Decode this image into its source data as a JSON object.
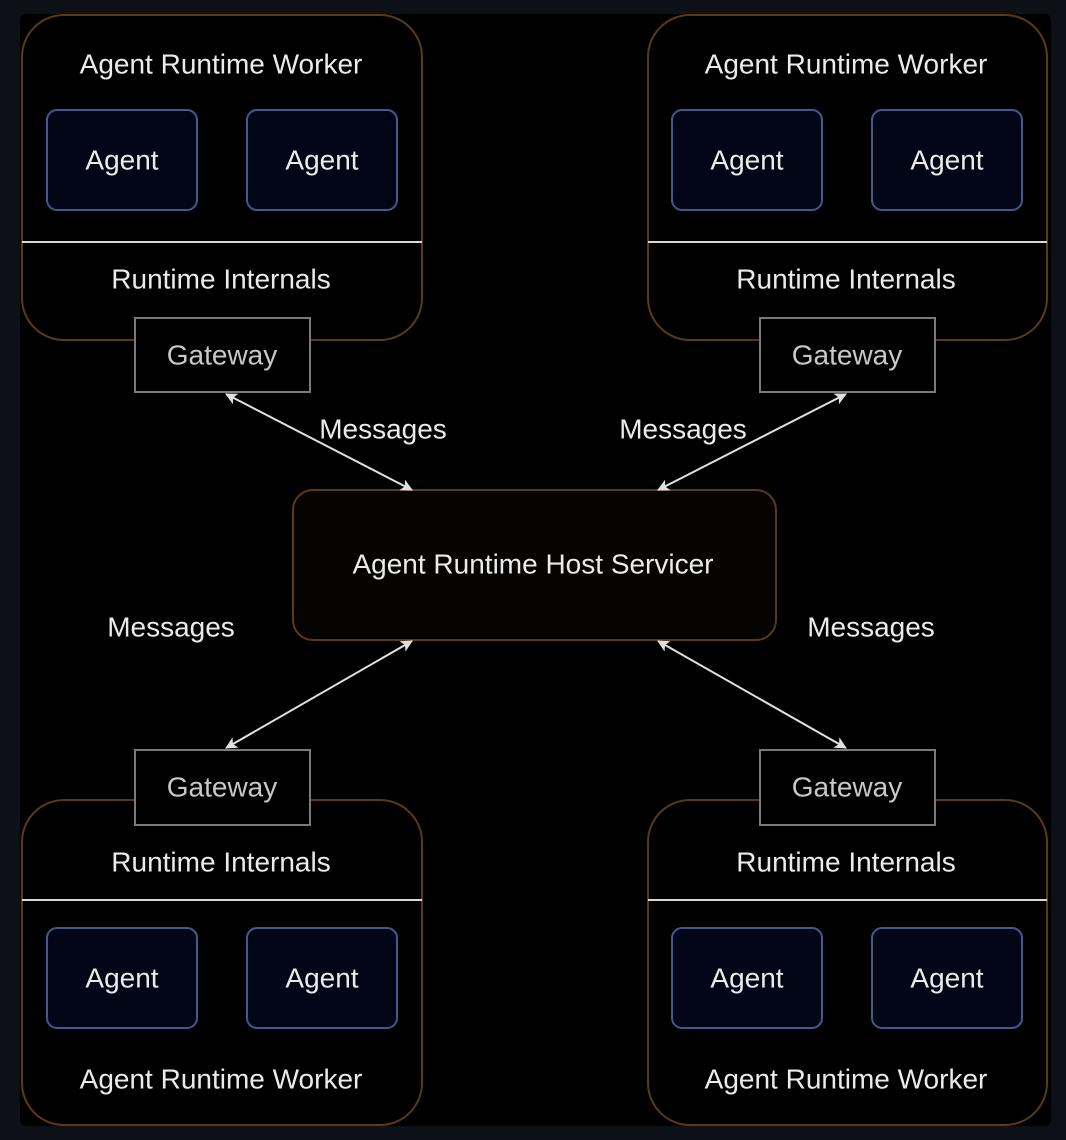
{
  "workers": [
    {
      "title": "Agent Runtime Worker",
      "internals": "Runtime Internals",
      "agents": [
        "Agent",
        "Agent"
      ],
      "gateway": "Gateway"
    },
    {
      "title": "Agent Runtime Worker",
      "internals": "Runtime Internals",
      "agents": [
        "Agent",
        "Agent"
      ],
      "gateway": "Gateway"
    },
    {
      "title": "Agent Runtime Worker",
      "internals": "Runtime Internals",
      "agents": [
        "Agent",
        "Agent"
      ],
      "gateway": "Gateway"
    },
    {
      "title": "Agent Runtime Worker",
      "internals": "Runtime Internals",
      "agents": [
        "Agent",
        "Agent"
      ],
      "gateway": "Gateway"
    }
  ],
  "host": {
    "label": "Agent Runtime Host Servicer"
  },
  "edges": [
    {
      "label": "Messages"
    },
    {
      "label": "Messages"
    },
    {
      "label": "Messages"
    },
    {
      "label": "Messages"
    }
  ],
  "colors": {
    "background": "#000000",
    "page": "#0d1117",
    "worker_border": "#5c3a12",
    "agent_fill": "#020617",
    "agent_border": "#3f5a8e",
    "gateway_border": "#7a7a7a",
    "edge": "#e0e0e0",
    "text": "#ebebeb"
  }
}
